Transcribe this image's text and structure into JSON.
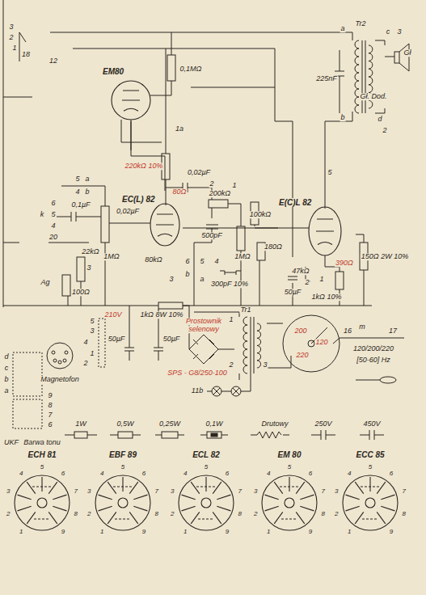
{
  "diagram": {
    "nodes": [
      {
        "text": [
          "EM80"
        ]
      },
      {
        "text": [
          "EC(L) 82"
        ]
      },
      {
        "text": [
          "E(C)L 82"
        ]
      },
      {
        "text": [
          "ECH 81"
        ]
      },
      {
        "text": [
          "EBF 89"
        ]
      },
      {
        "text": [
          "ECL 82"
        ]
      },
      {
        "text": [
          "EM 80"
        ]
      },
      {
        "text": [
          "ECC 85"
        ]
      }
    ],
    "edges": [
      {
        "from": 0,
        "to": 1,
        "arrow": "none"
      },
      {
        "from": 1,
        "to": 2,
        "arrow": "none"
      }
    ],
    "labels": [
      "3",
      "2",
      "1",
      "18",
      "12",
      "0,1MΩ",
      "1a",
      "a",
      "Tr2",
      "c",
      "3",
      "Gł",
      "225nF",
      "Gł. Dod.",
      "b",
      "d",
      "2",
      "5",
      "220kΩ 10%",
      "80Ω",
      "0,02µF",
      "5",
      "a",
      "4",
      "b",
      "0,02µF",
      "0,1µF",
      "k",
      "6",
      "5",
      "4",
      "20",
      "200kΩ",
      "2",
      "1",
      "500pF",
      "1MΩ",
      "100kΩ",
      "1MΩ",
      "22kΩ",
      "3",
      "80kΩ",
      "180Ω",
      "47kΩ",
      "300pF 10%",
      "6",
      "5",
      "4",
      "b",
      "a",
      "3",
      "2",
      "1",
      "Ag",
      "100Ω",
      "50µF",
      "1kΩ 10%",
      "150Ω 2W 10%",
      "390Ω",
      "210V",
      "1kΩ 8W 10%",
      "Prostownik",
      "selenowy",
      "SPS - G8/250-100",
      "Tr1",
      "50µF",
      "50µF",
      "1",
      "2",
      "3",
      "16",
      "m",
      "17",
      "120/200/220",
      "[50-60] Hz",
      "200",
      "120",
      "220",
      "11b",
      "5",
      "3",
      "4",
      "1",
      "2",
      "Magnetofon",
      "d",
      "c",
      "b",
      "a",
      "9",
      "8",
      "7",
      "6",
      "UKF",
      "Barwa tonu",
      "1",
      "2",
      "3",
      "4",
      "5",
      "6",
      "7",
      "8",
      "9",
      "1",
      "2",
      "3",
      "4",
      "5",
      "6",
      "7",
      "8",
      "9",
      "1",
      "2",
      "3",
      "4",
      "5",
      "6",
      "7",
      "8",
      "9",
      "1",
      "2",
      "3",
      "4",
      "5",
      "6",
      "7",
      "8",
      "9",
      "1",
      "2",
      "3",
      "4",
      "5",
      "6",
      "7",
      "8",
      "9"
    ],
    "legend": [
      {
        "text": "1W"
      },
      {
        "text": "0,5W"
      },
      {
        "text": "0,25W"
      },
      {
        "text": "0,1W"
      },
      {
        "text": "Drutowy"
      },
      {
        "text": "250V"
      },
      {
        "text": "450V"
      }
    ]
  }
}
